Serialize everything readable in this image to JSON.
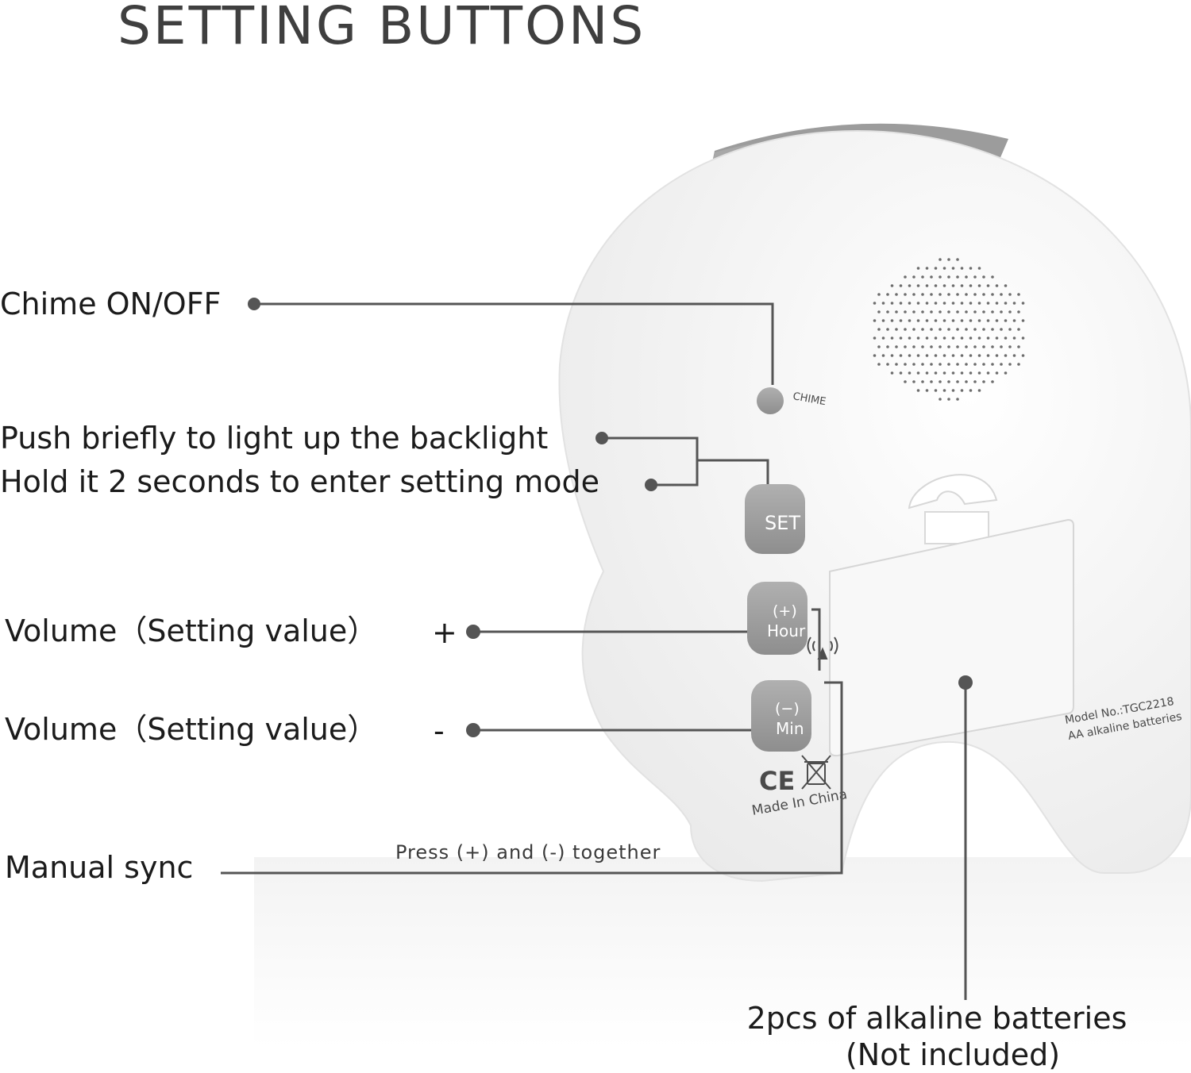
{
  "title": "SETTING BUTTONS",
  "callouts": {
    "chime": "Chime ON/OFF",
    "backlight": "Push briefly to light up the backlight",
    "setting_mode": "Hold it 2 seconds to enter setting mode",
    "volume_plus": "Volume（Setting value）",
    "plus_sign": "+",
    "volume_minus": "Volume（Setting value）",
    "minus_sign": "-",
    "manual_sync": "Manual sync",
    "sync_hint": "Press (+) and (-) together",
    "batteries_line1": "2pcs of alkaline batteries",
    "batteries_line2": "(Not included)"
  },
  "device": {
    "chime_label": "CHIME",
    "set_label": "SET",
    "plus_button": {
      "symbol": "(+)",
      "label": "Hour"
    },
    "minus_button": {
      "symbol": "(−)",
      "label": "Min"
    },
    "model_no": "Model No.:TGC2218",
    "battery_type": "AA alkaline batteries",
    "ce_mark": "CE",
    "made_in": "Made In China"
  },
  "colors": {
    "button_gray": "#9a9a9a",
    "leader_line": "#555555",
    "device_body": "#f4f4f4"
  }
}
